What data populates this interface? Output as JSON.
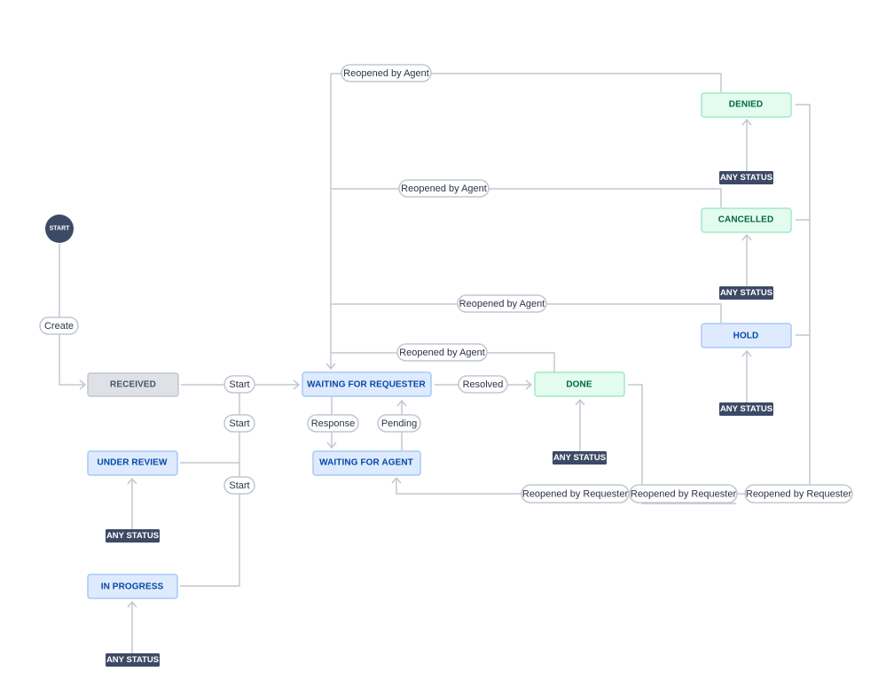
{
  "diagram": {
    "start": {
      "label": "START"
    },
    "statuses": {
      "received": {
        "label": "RECEIVED",
        "category": "new"
      },
      "under_review": {
        "label": "UNDER REVIEW",
        "category": "in-progress"
      },
      "in_progress": {
        "label": "IN PROGRESS",
        "category": "in-progress"
      },
      "waiting_requester": {
        "label": "WAITING FOR REQUESTER",
        "category": "in-progress"
      },
      "waiting_agent": {
        "label": "WAITING FOR AGENT",
        "category": "in-progress"
      },
      "done": {
        "label": "DONE",
        "category": "done"
      },
      "hold": {
        "label": "HOLD",
        "category": "in-progress"
      },
      "cancelled": {
        "label": "CANCELLED",
        "category": "done"
      },
      "denied": {
        "label": "DENIED",
        "category": "done"
      }
    },
    "transitions": {
      "create": "Create",
      "start_1": "Start",
      "start_2": "Start",
      "start_3": "Start",
      "response": "Response",
      "pending": "Pending",
      "resolved": "Resolved",
      "reopened_agent_1": "Reopened by Agent",
      "reopened_agent_2": "Reopened by Agent",
      "reopened_agent_3": "Reopened by Agent",
      "reopened_agent_4": "Reopened by Agent",
      "reopened_requester_1": "Reopened by Requester",
      "reopened_requester_2": "Reopened by Requester",
      "reopened_requester_3": "Reopened by Requester"
    },
    "any_status": {
      "under_review": "ANY STATUS",
      "in_progress": "ANY STATUS",
      "done": "ANY STATUS",
      "hold": "ANY STATUS",
      "cancelled": "ANY STATUS",
      "denied": "ANY STATUS"
    },
    "colors": {
      "edge": "#c3c7d1",
      "new_fill": "#dfe1e6",
      "new_stroke": "#c1c7d0",
      "new_text": "#42526e",
      "progress_fill": "#deebff",
      "progress_stroke": "#a9c8f5",
      "progress_text": "#0747a6",
      "done_fill": "#e3fcef",
      "done_stroke": "#a3e9c5",
      "done_text": "#006644",
      "badge": "#3d4a66",
      "start": "#3d4a66"
    }
  }
}
